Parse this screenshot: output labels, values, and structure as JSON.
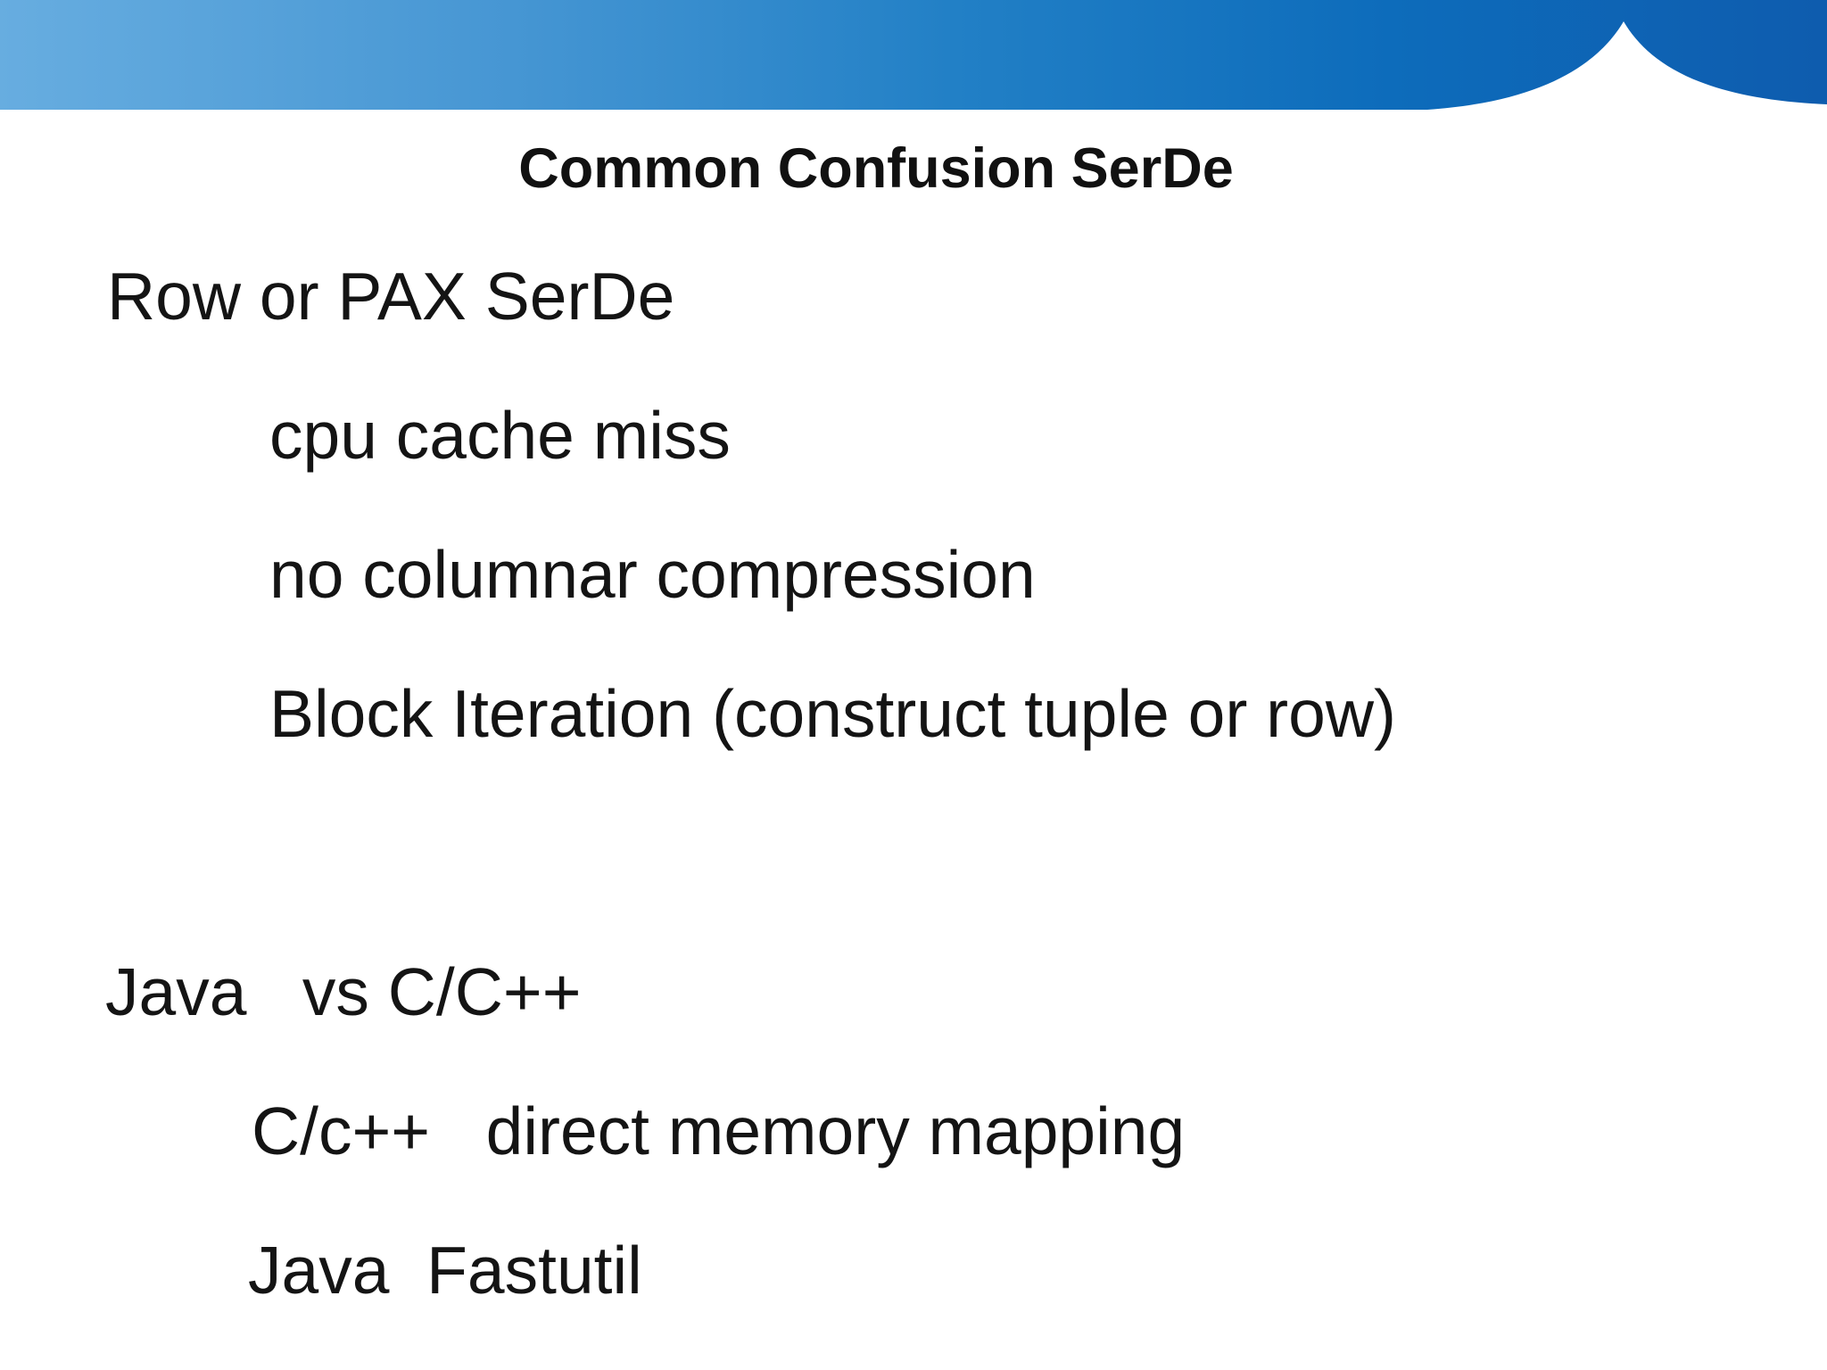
{
  "slide": {
    "title": "Common Confusion SerDe"
  },
  "content": {
    "lines": [
      {
        "text": "Row or PAX SerDe"
      },
      {
        "text": "cpu cache miss"
      },
      {
        "text": "no columnar compression"
      },
      {
        "text": "Block Iteration (construct tuple or row)"
      },
      {
        "text": "Java   vs C/C++"
      },
      {
        "text": "C/c++   direct memory mapping"
      },
      {
        "text": "Java  Fastutil"
      }
    ]
  },
  "colors": {
    "background": "#ffffff",
    "text": "#141414",
    "title_text": "#111111",
    "header_gradient": {
      "s0": "#67ade0",
      "s1": "#4696d3",
      "s2": "#2280c6",
      "s3": "#0d6cbb",
      "s4": "#0e5cae"
    },
    "cusp_fill": "#ffffff"
  }
}
